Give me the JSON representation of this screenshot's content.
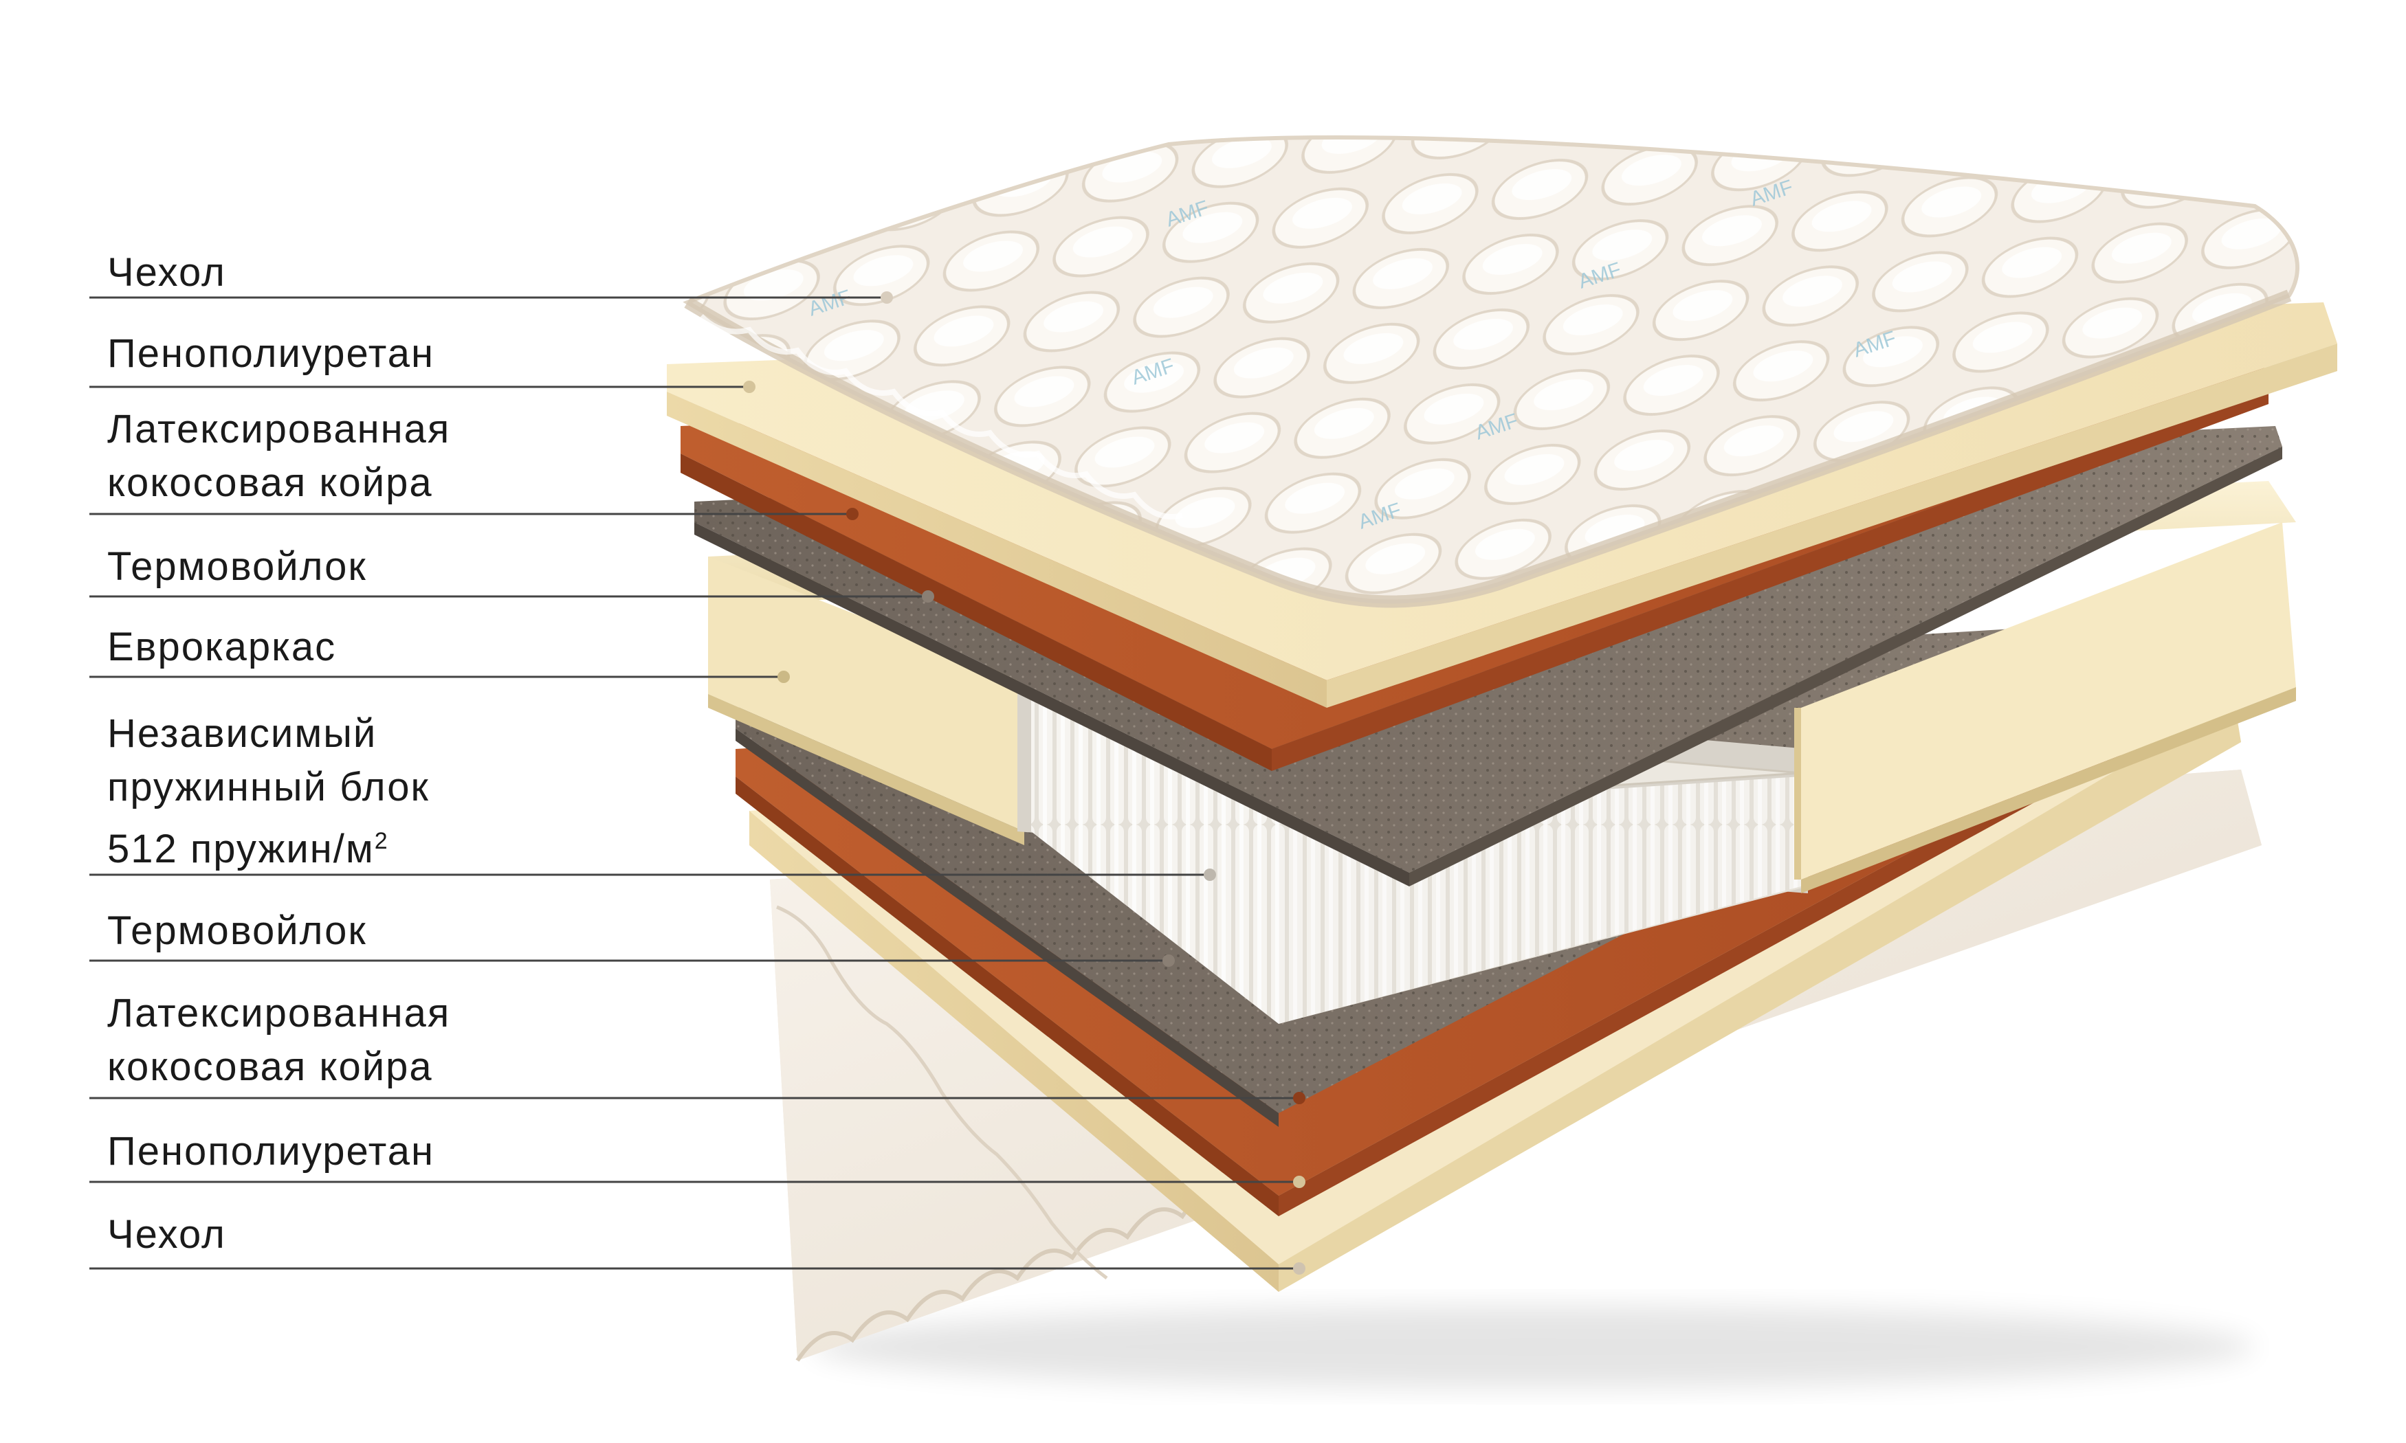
{
  "layers": [
    {
      "id": "cover-top",
      "lines": [
        "Чехол"
      ]
    },
    {
      "id": "ppu-top",
      "lines": [
        "Пенополиуретан"
      ]
    },
    {
      "id": "coir-top",
      "lines": [
        "Латексированная",
        "кокосовая койра"
      ]
    },
    {
      "id": "felt-top",
      "lines": [
        "Термовойлок"
      ]
    },
    {
      "id": "euro-frame",
      "lines": [
        "Еврокаркас"
      ]
    },
    {
      "id": "spring-block",
      "lines": [
        "Независимый",
        "пружинный блок"
      ],
      "spring_density": "512 пружин/м",
      "superscript": "2"
    },
    {
      "id": "felt-bottom",
      "lines": [
        "Термовойлок"
      ]
    },
    {
      "id": "coir-bottom",
      "lines": [
        "Латексированная",
        "кокосовая койра"
      ]
    },
    {
      "id": "ppu-bottom",
      "lines": [
        "Пенополиуретан"
      ]
    },
    {
      "id": "cover-bottom",
      "lines": [
        "Чехол"
      ]
    }
  ],
  "cover_brand": "AMF",
  "colors": {
    "cover": "#f3ece3",
    "foam": "#f6e8c2",
    "coir": "#b5552a",
    "felt": "#6e645b",
    "spring": "#f2f0ec",
    "frame": "#f7eccb",
    "leader_line": "#444444",
    "text": "#1a1a1a"
  }
}
